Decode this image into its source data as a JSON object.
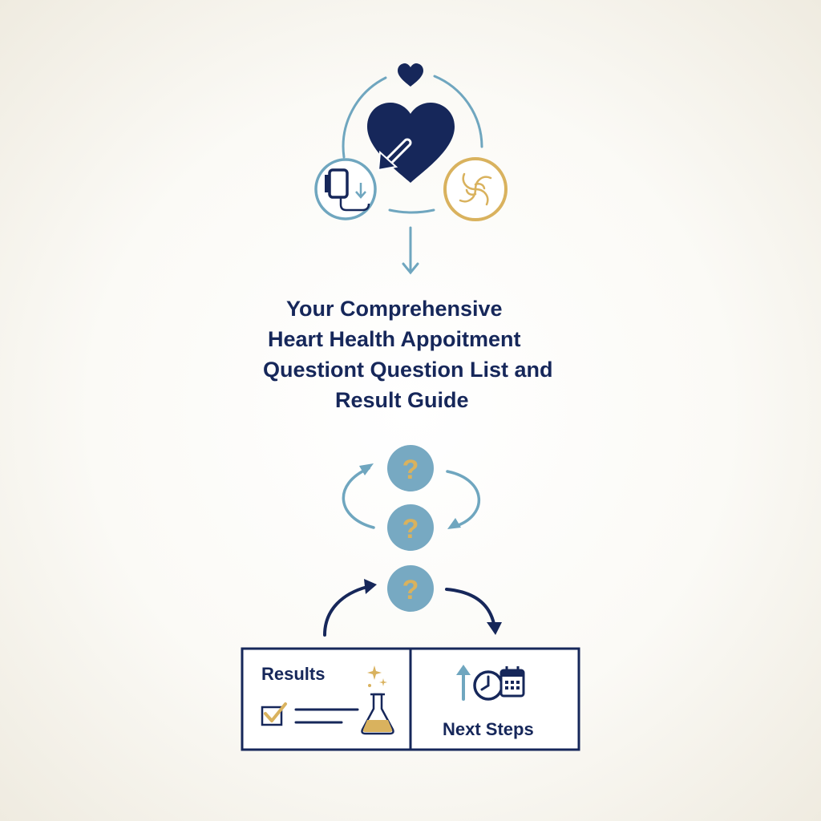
{
  "title": {
    "lines": [
      "Your Comprehensive",
      "Heart Health Appoitment",
      "Questiont Question List and",
      "Result Guide"
    ]
  },
  "boxes": {
    "results_label": "Results",
    "next_steps_label": "Next Steps"
  },
  "questions": {
    "mark": "?"
  },
  "icons": {
    "top_small": "heart-icon",
    "center": "heart-with-arrow-icon",
    "left": "blood-pressure-monitor-icon",
    "right": "swirl-icon",
    "results": [
      "checkbox-icon",
      "flask-icon",
      "sparkle-icon"
    ],
    "next_steps": [
      "up-arrow-icon",
      "clock-icon",
      "calendar-icon"
    ]
  },
  "colors": {
    "navy": "#16275a",
    "light_blue": "#6fa6bf",
    "gold": "#d9b25e",
    "question_circle": "#77a9c2",
    "question_mark": "#d9b25e"
  }
}
